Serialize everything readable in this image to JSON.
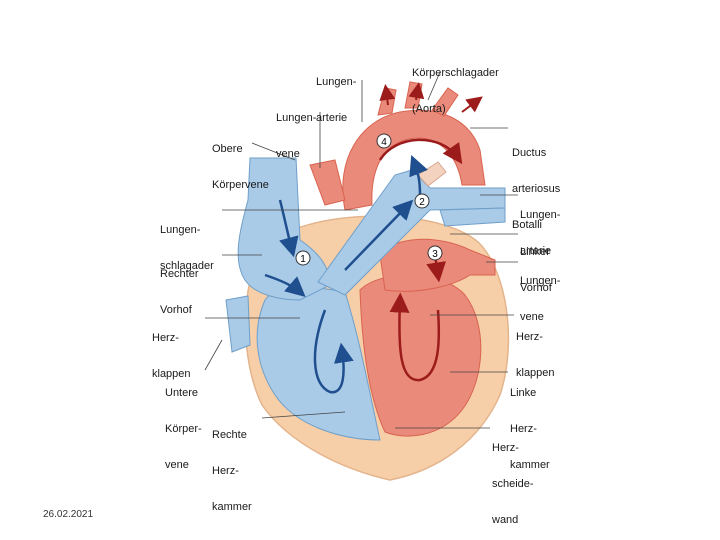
{
  "labels": {
    "lungenarterie_top": [
      "Lungen-",
      "arterie"
    ],
    "koerperschlagader": [
      "Körperschlagader",
      "(Aorta)"
    ],
    "lungenvene_top": [
      "Lungen-",
      "vene"
    ],
    "obere_koerpervene": [
      "Obere",
      "Körpervene"
    ],
    "ductus": [
      "Ductus",
      "arteriosus",
      "Botalli"
    ],
    "lungenarterie_right": [
      "Lungen-",
      "arterie"
    ],
    "lungenschlagader": [
      "Lungen-",
      "schlagader"
    ],
    "linker_vorhof": [
      "Linker",
      "Vorhof"
    ],
    "rechter_vorhof": [
      "Rechter",
      "Vorhof"
    ],
    "lungenvene_right": [
      "Lungen-",
      "vene"
    ],
    "herzklappen_left": [
      "Herz-",
      "klappen"
    ],
    "herzklappen_right": [
      "Herz-",
      "klappen"
    ],
    "untere_koerpervene": [
      "Untere",
      "Körper-",
      "vene"
    ],
    "linke_herzkammer": [
      "Linke",
      "Herz-",
      "kammer"
    ],
    "rechte_herzkammer": [
      "Rechte",
      "Herz-",
      "kammer"
    ],
    "herzscheidewand": [
      "Herz-",
      "scheide-",
      "wand"
    ]
  },
  "markers": [
    "1",
    "2",
    "3",
    "4"
  ],
  "footer_date": "26.02.2021",
  "colors": {
    "blue_fill": "#a9cbe8",
    "blue_stroke": "#6f9fc9",
    "red_fill": "#e98a7b",
    "red_dark": "#d9634f",
    "muscle": "#f6cfa8",
    "arrow_blue": "#1f4f8f",
    "arrow_red": "#9c1c1c"
  }
}
